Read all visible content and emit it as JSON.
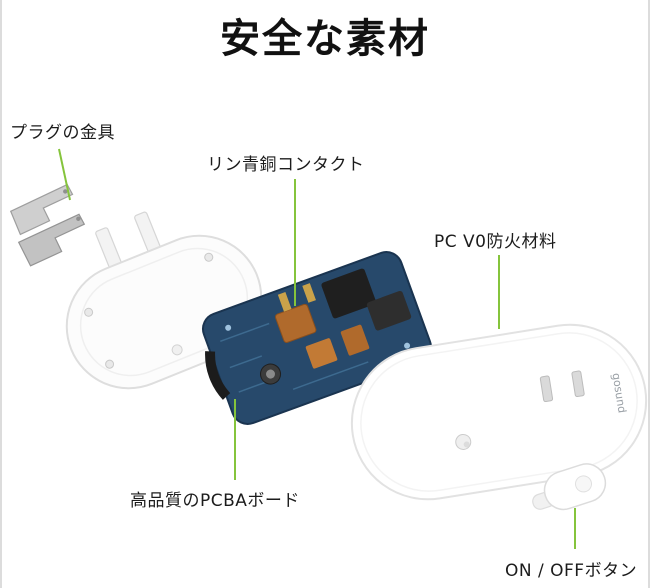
{
  "title": "安全な素材",
  "annotations": {
    "plug_fittings": "プラグの金具",
    "phosphor_bronze_contact": "リン青銅コンタクト",
    "pc_v0_material": "PC V0防火材料",
    "pcba_board": "高品質のPCBAボード",
    "on_off_button": "ON / OFFボタン"
  },
  "device": {
    "brand": "gosund"
  },
  "colors": {
    "leader_line": "#85c43c",
    "title_text": "#111111",
    "pcb_board": "#27496b",
    "component_copper": "#b06a2c",
    "body_white": "#ffffff"
  }
}
